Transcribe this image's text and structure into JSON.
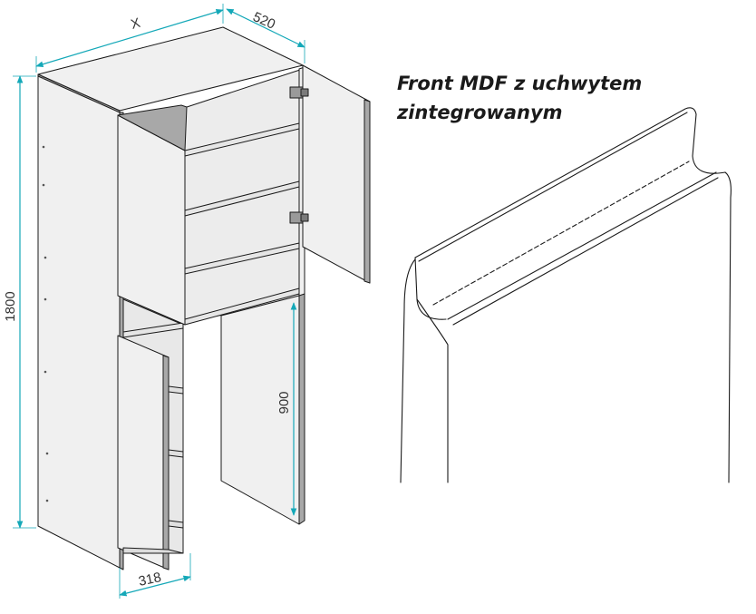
{
  "caption": {
    "line1": "Front MDF z uchwytem",
    "line2": "zintegrowanym"
  },
  "dimensions": {
    "width": "X",
    "depth": "520",
    "height": "1800",
    "lower_depth": "318",
    "opening_height": "900"
  },
  "colors": {
    "line": "#1a1a1a",
    "panel": "#f0f0f0",
    "edge": "#a8a8a8",
    "dimension": "#14a8b8",
    "hinge": "#9a9a9a"
  }
}
